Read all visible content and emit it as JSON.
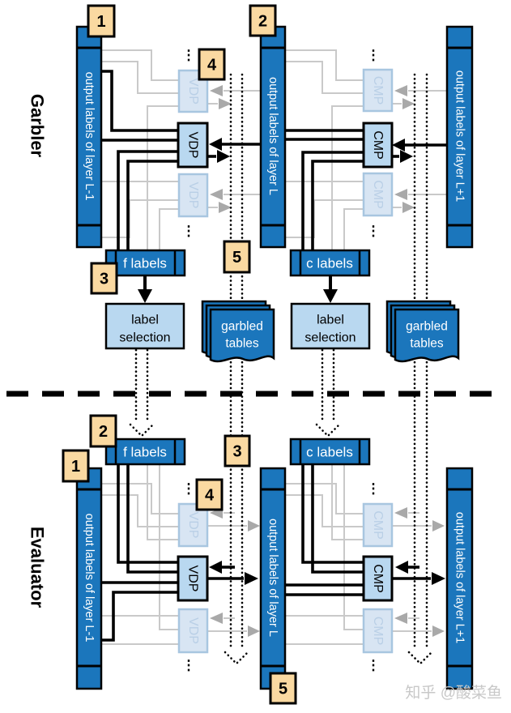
{
  "colors": {
    "bar_blue": "#1b76bc",
    "unit_light_blue": "#b9d8f0",
    "faded_fill": "#d8e5f3",
    "faded_stroke": "#a8c6e0",
    "faded_text": "#b9cfe6",
    "badge_tan": "#fad9a1",
    "wire_gray": "#c9c9c9",
    "arrow_gray": "#a9a9a9",
    "black": "#000000",
    "white_text": "#ffffff",
    "watermark_gray": "#c8c8c8"
  },
  "garbler": {
    "section_label": "Garbler"
  },
  "evaluator": {
    "section_label": "Evaluator"
  },
  "bars": {
    "prev": "output labels of layer L-1",
    "cur": "output labels of layer L",
    "next": "output labels of layer L+1"
  },
  "units": {
    "vdp": "VDP",
    "cmp": "CMP"
  },
  "wire_labels": {
    "f": "f labels",
    "c": "c labels"
  },
  "label_selection": {
    "line1": "label",
    "line2": "selection"
  },
  "garbled_tables": {
    "line1": "garbled",
    "line2": "tables"
  },
  "badges": {
    "b1": "1",
    "b2": "2",
    "b3": "3",
    "b4": "4",
    "b5": "5"
  },
  "misc": {
    "ellipsis": "⋮",
    "watermark": "知乎 @酸菜鱼"
  }
}
